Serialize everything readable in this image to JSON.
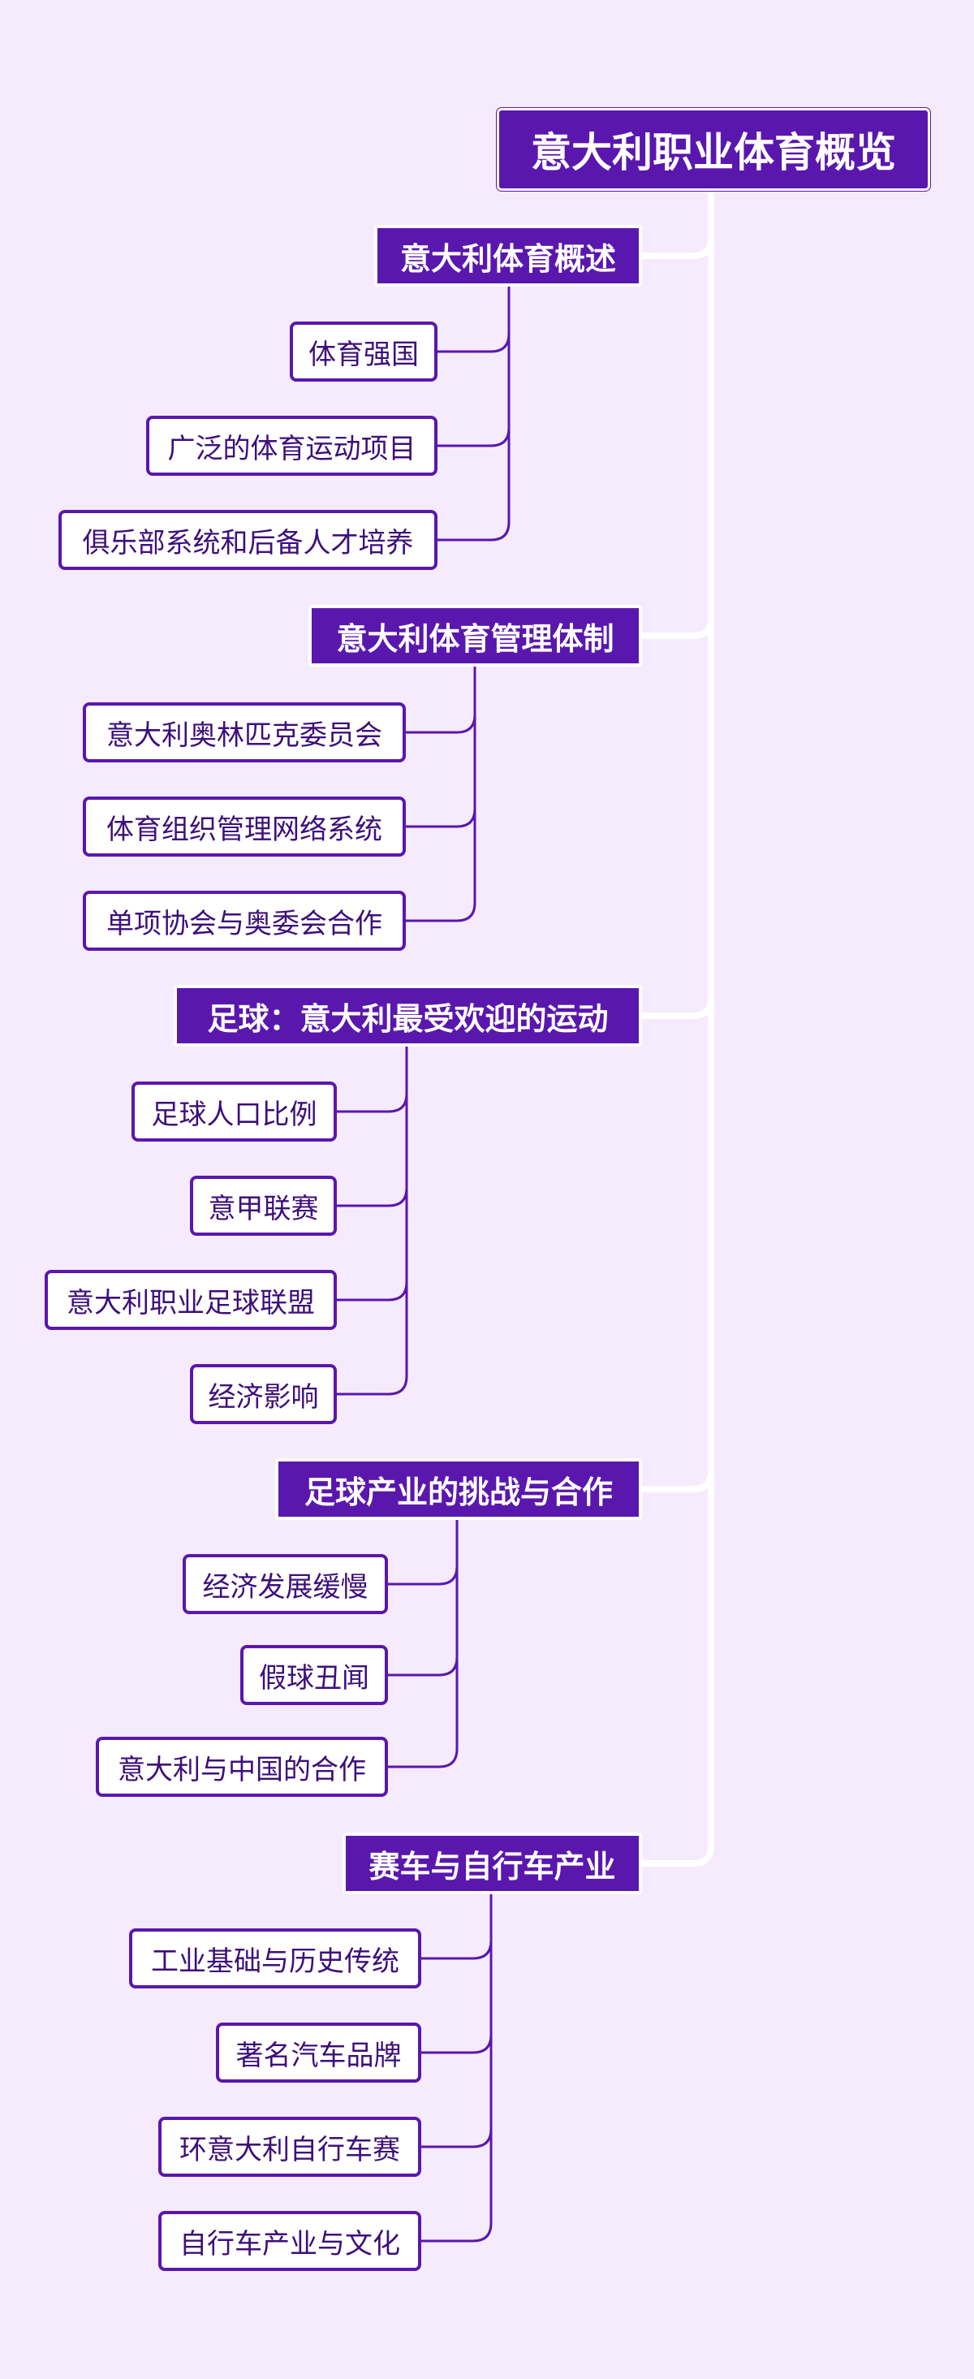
{
  "mindmap": {
    "root": "意大利职业体育概览",
    "branches": [
      {
        "label": "意大利体育概述",
        "children": [
          "体育强国",
          "广泛的体育运动项目",
          "俱乐部系统和后备人才培养"
        ]
      },
      {
        "label": "意大利体育管理体制",
        "children": [
          "意大利奥林匹克委员会",
          "体育组织管理网络系统",
          "单项协会与奥委会合作"
        ]
      },
      {
        "label": "足球：意大利最受欢迎的运动",
        "children": [
          "足球人口比例",
          "意甲联赛",
          "意大利职业足球联盟",
          "经济影响"
        ]
      },
      {
        "label": "足球产业的挑战与合作",
        "children": [
          "经济发展缓慢",
          "假球丑闻",
          "意大利与中国的合作"
        ]
      },
      {
        "label": "赛车与自行车产业",
        "children": [
          "工业基础与历史传统",
          "著名汽车品牌",
          "环意大利自行车赛",
          "自行车产业与文化"
        ]
      }
    ]
  },
  "colors": {
    "background": "#f6ebfd",
    "node_fill": "#5a17ad",
    "leaf_fill": "#ffffff",
    "leaf_text": "#3d0f7a",
    "trunk_line": "#ffffff",
    "branch_line": "#5a17ad"
  }
}
